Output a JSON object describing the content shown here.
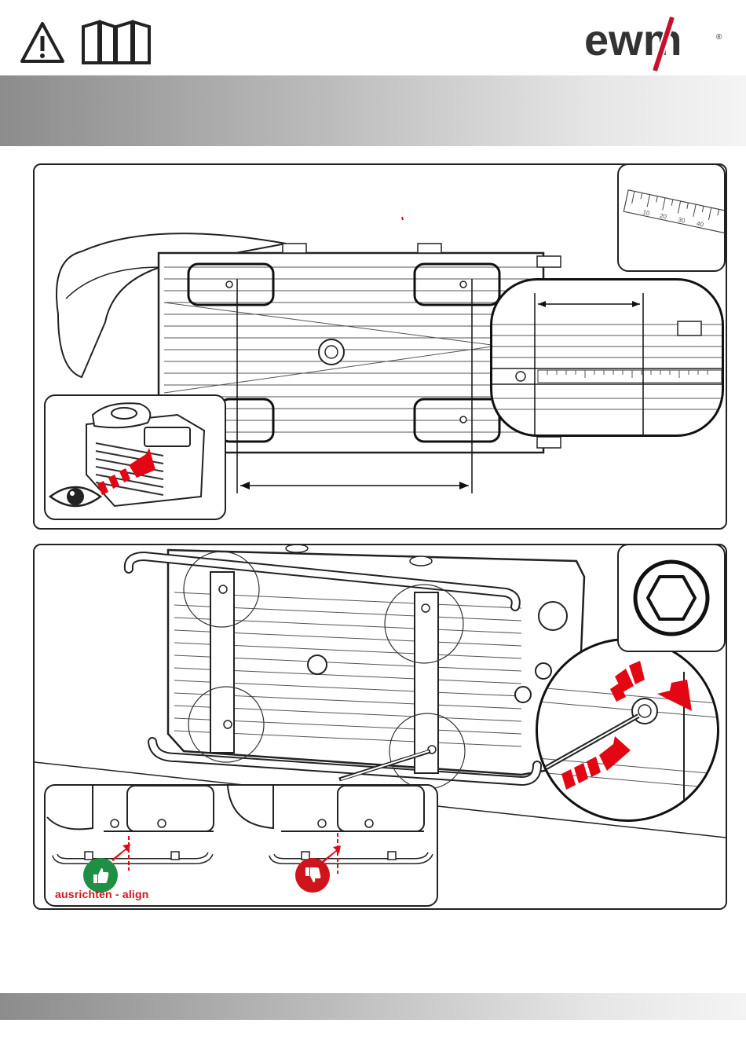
{
  "header": {
    "icons": [
      "warning-icon",
      "manual-book-icon"
    ],
    "logo": {
      "text": "ewm",
      "registered": "®",
      "colors": {
        "text": "#333333",
        "slash": "#c8102e"
      }
    }
  },
  "panel_1": {
    "ruler_ticks": [
      "10",
      "20",
      "30",
      "40"
    ],
    "eye_icon": "eye-icon",
    "arrow_color": "#e30613"
  },
  "panel_2": {
    "tool_icon": "hex-socket-icon",
    "align_label": "ausrichten - align",
    "good_icon": "thumbs-up-icon",
    "bad_icon": "thumbs-down-icon",
    "colors": {
      "good": "#1f8f45",
      "bad": "#d0141c"
    }
  }
}
